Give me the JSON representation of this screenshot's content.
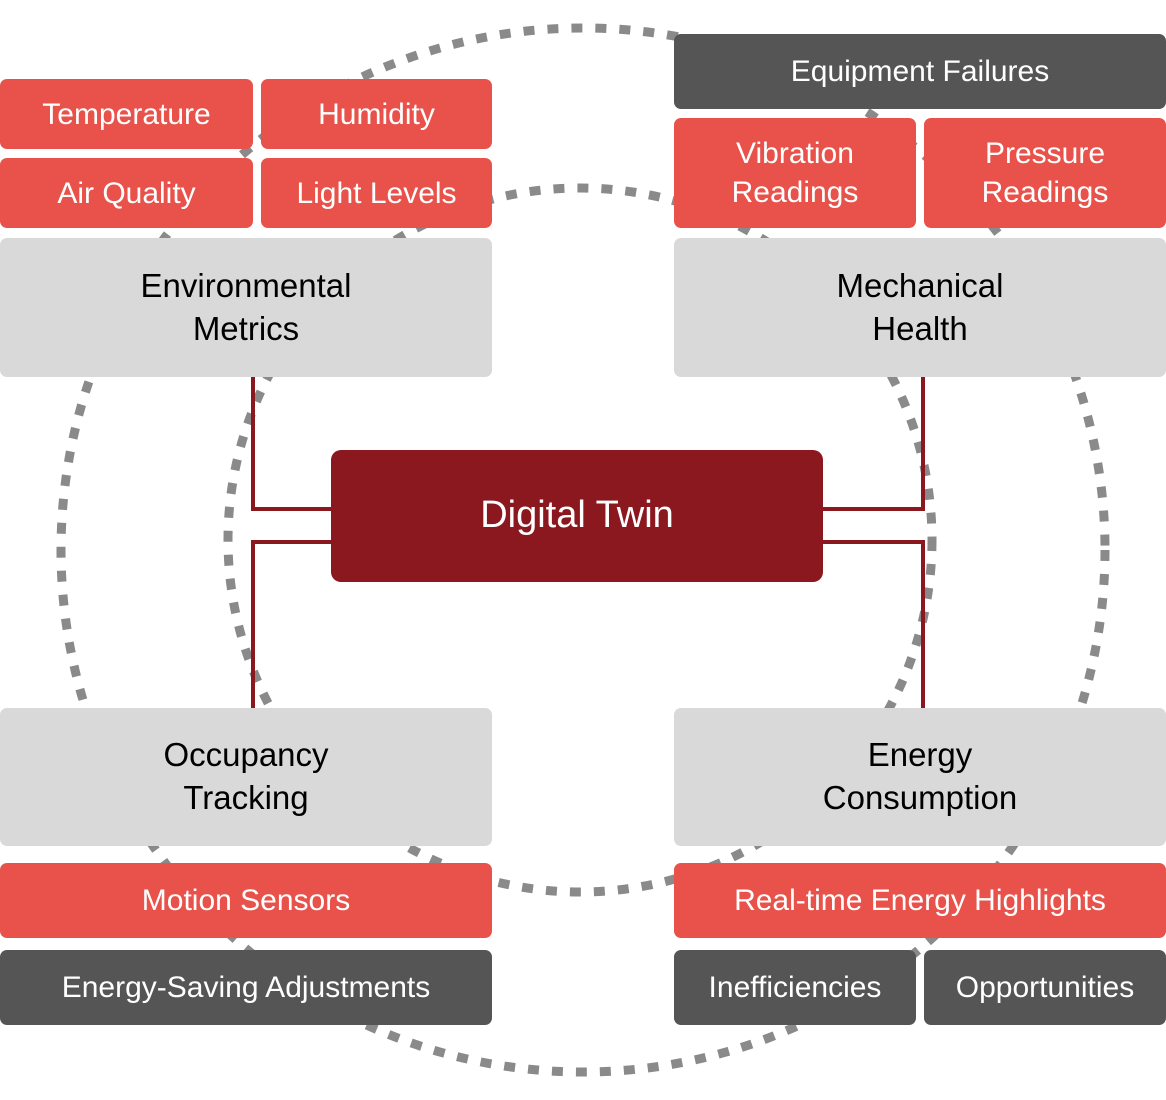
{
  "colors": {
    "core": "#8b171f",
    "metric": "#e8524a",
    "category": "#d9d9d9",
    "outcome": "#555555",
    "connector": "#8b171f",
    "ring": "#8a8a8a"
  },
  "core": {
    "label": "Digital Twin"
  },
  "categories": {
    "environmental": "Environmental\nMetrics",
    "mechanical": "Mechanical\nHealth",
    "occupancy": "Occupancy\nTracking",
    "energy": "Energy\nConsumption"
  },
  "metrics": {
    "temperature": "Temperature",
    "humidity": "Humidity",
    "air_quality": "Air Quality",
    "light_levels": "Light Levels",
    "vibration": "Vibration\nReadings",
    "pressure": "Pressure\nReadings",
    "motion": "Motion Sensors",
    "energy_highlights": "Real-time Energy Highlights"
  },
  "outcomes": {
    "equipment_failures": "Equipment Failures",
    "energy_saving": "Energy-Saving Adjustments",
    "inefficiencies": "Inefficiencies",
    "opportunities": "Opportunities"
  }
}
